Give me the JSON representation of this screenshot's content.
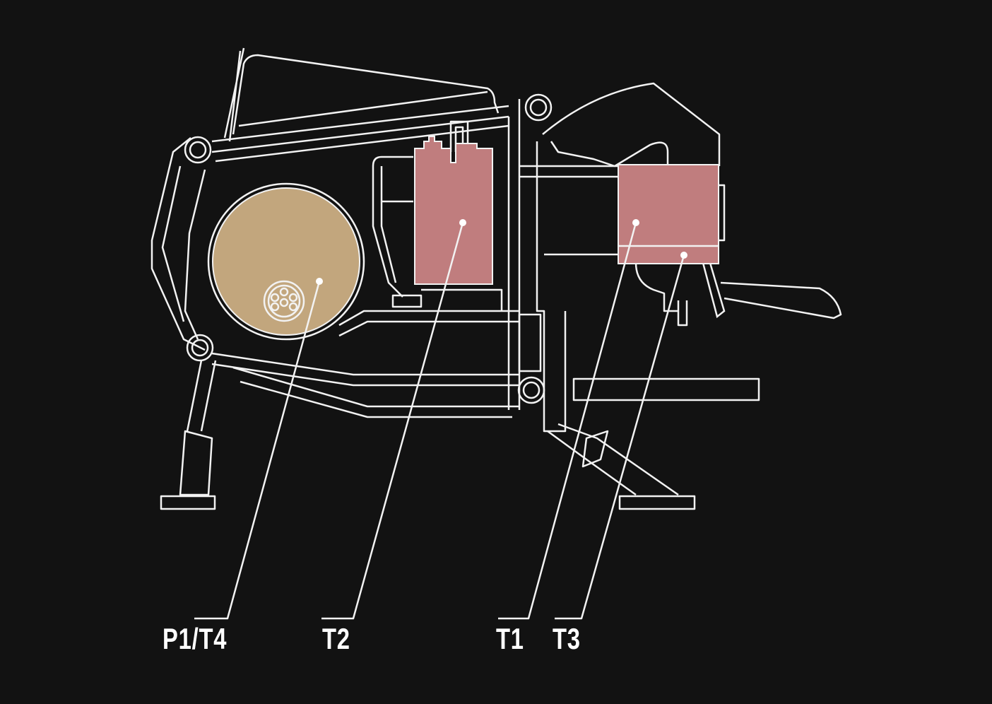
{
  "labels": {
    "p1_t4": "P1/T4",
    "t2": "T2",
    "t1": "T1",
    "t3": "T3"
  },
  "colors": {
    "background": "#121212",
    "line": "#f2f2f2",
    "boiler_tan": "#c2a67d",
    "heated_pink": "#c07d7e"
  }
}
